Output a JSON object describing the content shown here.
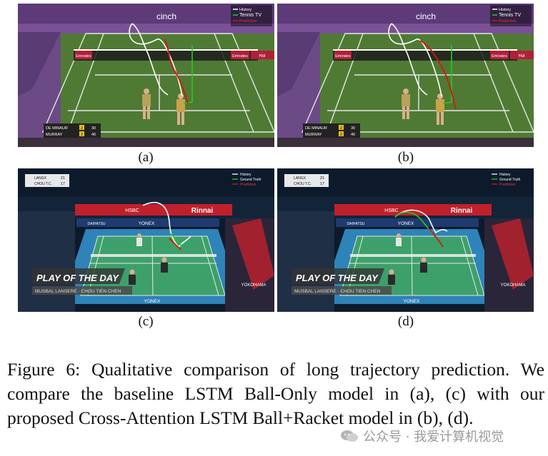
{
  "panels": {
    "a": {
      "label": "(a)",
      "legend": [
        "History",
        "Tennis TV",
        "Prediction"
      ],
      "banners": [
        "cinch",
        "Emirates",
        "Emirates",
        "Hol"
      ],
      "scoreboard": [
        {
          "name": "DE MINAUR",
          "set": "2",
          "points": "30"
        },
        {
          "name": "MURRAY",
          "set": "2",
          "points": "40"
        }
      ]
    },
    "b": {
      "label": "(b)",
      "legend": [
        "History",
        "Tennis TV",
        "Prediction"
      ],
      "banners": [
        "cinch",
        "Emirates",
        "Emirates",
        "Hol"
      ],
      "scoreboard": [
        {
          "name": "DE MINAUR",
          "set": "2",
          "points": "30"
        },
        {
          "name": "MURRAY",
          "set": "2",
          "points": "40"
        }
      ]
    },
    "c": {
      "label": "(c)",
      "legend": [
        "History",
        "Ground Truth",
        "Prediction"
      ],
      "scoreboard": [
        {
          "name": "LANGX",
          "points": "21"
        },
        {
          "name": "CHOU T.C.",
          "points": "17"
        }
      ],
      "banner": "PLAY OF THE DAY",
      "players": "MUSBAL LANSERE · CHOU TIEN CHEN",
      "sponsors": [
        "HSBC",
        "Rinnai",
        "DAIHATSU",
        "YONEX",
        "YOKOHAMA"
      ]
    },
    "d": {
      "label": "(d)",
      "legend": [
        "History",
        "Ground Truth",
        "Prediction"
      ],
      "scoreboard": [
        {
          "name": "LANGX",
          "points": "21"
        },
        {
          "name": "CHOU T.C.",
          "points": "17"
        }
      ],
      "banner": "PLAY OF THE DAY",
      "players": "MUSBAL LANSERE · CHOU TIEN CHEN",
      "sponsors": [
        "HSBC",
        "Rinnai",
        "DAIHATSU",
        "YONEX",
        "YOKOHAMA"
      ]
    }
  },
  "caption": "Figure 6: Qualitative comparison of long trajectory prediction. We compare the baseline LSTM Ball-Only model in (a), (c) with our proposed Cross-Attention LSTM Ball+Racket model in (b), (d).",
  "watermark": "公众号 · 我爱计算机视觉",
  "colors": {
    "history": "#ffffff",
    "ground_truth": "#22cc22",
    "prediction": "#dd1111"
  }
}
